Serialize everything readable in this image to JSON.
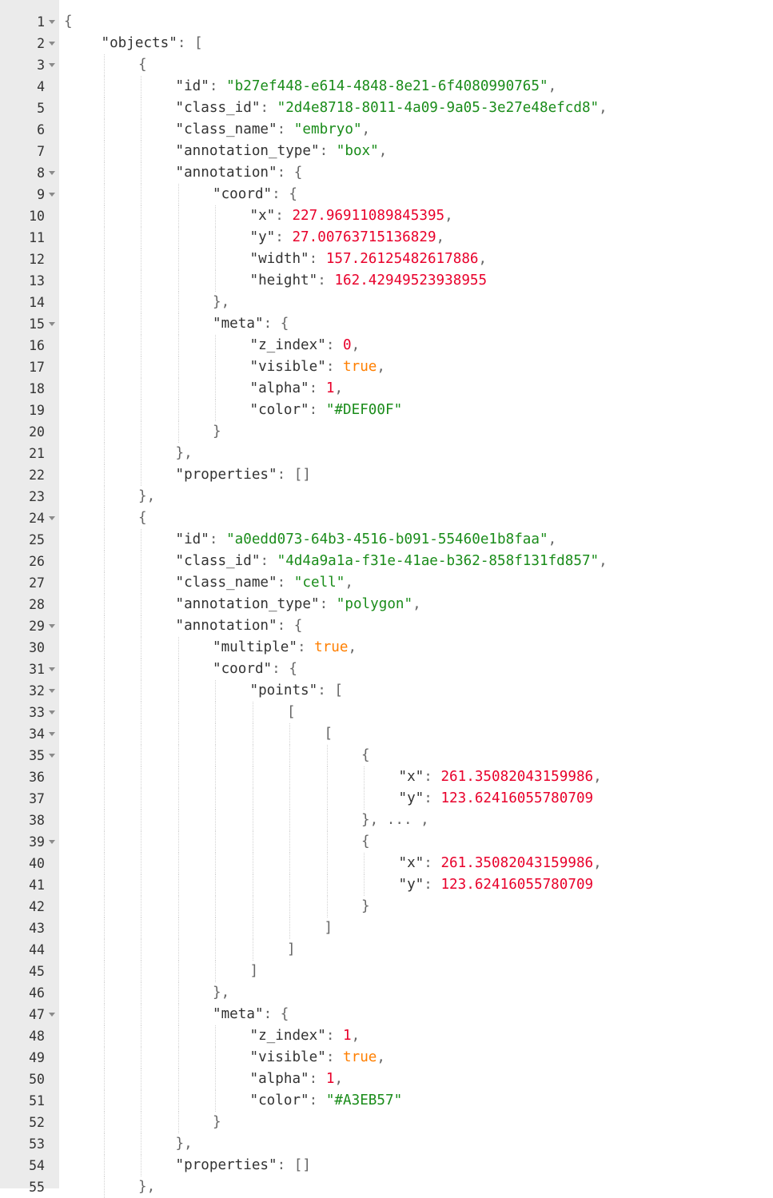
{
  "editor": {
    "lines": [
      {
        "n": "1",
        "indent": 0,
        "fold": true,
        "tokens": [
          [
            "p",
            "{"
          ]
        ]
      },
      {
        "n": "2",
        "indent": 1,
        "fold": true,
        "tokens": [
          [
            "k",
            "\"objects\""
          ],
          [
            "p",
            ": ["
          ]
        ]
      },
      {
        "n": "3",
        "indent": 2,
        "fold": true,
        "tokens": [
          [
            "p",
            "{"
          ]
        ]
      },
      {
        "n": "4",
        "indent": 3,
        "fold": false,
        "tokens": [
          [
            "k",
            "\"id\""
          ],
          [
            "p",
            ": "
          ],
          [
            "s",
            "\"b27ef448-e614-4848-8e21-6f4080990765\""
          ],
          [
            "p",
            ","
          ]
        ]
      },
      {
        "n": "5",
        "indent": 3,
        "fold": false,
        "tokens": [
          [
            "k",
            "\"class_id\""
          ],
          [
            "p",
            ": "
          ],
          [
            "s",
            "\"2d4e8718-8011-4a09-9a05-3e27e48efcd8\""
          ],
          [
            "p",
            ","
          ]
        ]
      },
      {
        "n": "6",
        "indent": 3,
        "fold": false,
        "tokens": [
          [
            "k",
            "\"class_name\""
          ],
          [
            "p",
            ": "
          ],
          [
            "s",
            "\"embryo\""
          ],
          [
            "p",
            ","
          ]
        ]
      },
      {
        "n": "7",
        "indent": 3,
        "fold": false,
        "tokens": [
          [
            "k",
            "\"annotation_type\""
          ],
          [
            "p",
            ": "
          ],
          [
            "s",
            "\"box\""
          ],
          [
            "p",
            ","
          ]
        ]
      },
      {
        "n": "8",
        "indent": 3,
        "fold": true,
        "tokens": [
          [
            "k",
            "\"annotation\""
          ],
          [
            "p",
            ": {"
          ]
        ]
      },
      {
        "n": "9",
        "indent": 4,
        "fold": true,
        "tokens": [
          [
            "k",
            "\"coord\""
          ],
          [
            "p",
            ": {"
          ]
        ]
      },
      {
        "n": "10",
        "indent": 5,
        "fold": false,
        "tokens": [
          [
            "k",
            "\"x\""
          ],
          [
            "p",
            ": "
          ],
          [
            "n",
            "227.96911089845395"
          ],
          [
            "p",
            ","
          ]
        ]
      },
      {
        "n": "11",
        "indent": 5,
        "fold": false,
        "tokens": [
          [
            "k",
            "\"y\""
          ],
          [
            "p",
            ": "
          ],
          [
            "n",
            "27.00763715136829"
          ],
          [
            "p",
            ","
          ]
        ]
      },
      {
        "n": "12",
        "indent": 5,
        "fold": false,
        "tokens": [
          [
            "k",
            "\"width\""
          ],
          [
            "p",
            ": "
          ],
          [
            "n",
            "157.26125482617886"
          ],
          [
            "p",
            ","
          ]
        ]
      },
      {
        "n": "13",
        "indent": 5,
        "fold": false,
        "tokens": [
          [
            "k",
            "\"height\""
          ],
          [
            "p",
            ": "
          ],
          [
            "n",
            "162.42949523938955"
          ]
        ]
      },
      {
        "n": "14",
        "indent": 4,
        "fold": false,
        "tokens": [
          [
            "p",
            "},"
          ]
        ]
      },
      {
        "n": "15",
        "indent": 4,
        "fold": true,
        "tokens": [
          [
            "k",
            "\"meta\""
          ],
          [
            "p",
            ": {"
          ]
        ]
      },
      {
        "n": "16",
        "indent": 5,
        "fold": false,
        "tokens": [
          [
            "k",
            "\"z_index\""
          ],
          [
            "p",
            ": "
          ],
          [
            "n",
            "0"
          ],
          [
            "p",
            ","
          ]
        ]
      },
      {
        "n": "17",
        "indent": 5,
        "fold": false,
        "tokens": [
          [
            "k",
            "\"visible\""
          ],
          [
            "p",
            ": "
          ],
          [
            "b",
            "true"
          ],
          [
            "p",
            ","
          ]
        ]
      },
      {
        "n": "18",
        "indent": 5,
        "fold": false,
        "tokens": [
          [
            "k",
            "\"alpha\""
          ],
          [
            "p",
            ": "
          ],
          [
            "n",
            "1"
          ],
          [
            "p",
            ","
          ]
        ]
      },
      {
        "n": "19",
        "indent": 5,
        "fold": false,
        "tokens": [
          [
            "k",
            "\"color\""
          ],
          [
            "p",
            ": "
          ],
          [
            "s",
            "\"#DEF00F\""
          ]
        ]
      },
      {
        "n": "20",
        "indent": 4,
        "fold": false,
        "tokens": [
          [
            "p",
            "}"
          ]
        ]
      },
      {
        "n": "21",
        "indent": 3,
        "fold": false,
        "tokens": [
          [
            "p",
            "},"
          ]
        ]
      },
      {
        "n": "22",
        "indent": 3,
        "fold": false,
        "tokens": [
          [
            "k",
            "\"properties\""
          ],
          [
            "p",
            ": []"
          ]
        ]
      },
      {
        "n": "23",
        "indent": 2,
        "fold": false,
        "tokens": [
          [
            "p",
            "},"
          ]
        ]
      },
      {
        "n": "24",
        "indent": 2,
        "fold": true,
        "tokens": [
          [
            "p",
            "{"
          ]
        ]
      },
      {
        "n": "25",
        "indent": 3,
        "fold": false,
        "tokens": [
          [
            "k",
            "\"id\""
          ],
          [
            "p",
            ": "
          ],
          [
            "s",
            "\"a0edd073-64b3-4516-b091-55460e1b8faa\""
          ],
          [
            "p",
            ","
          ]
        ]
      },
      {
        "n": "26",
        "indent": 3,
        "fold": false,
        "tokens": [
          [
            "k",
            "\"class_id\""
          ],
          [
            "p",
            ": "
          ],
          [
            "s",
            "\"4d4a9a1a-f31e-41ae-b362-858f131fd857\""
          ],
          [
            "p",
            ","
          ]
        ]
      },
      {
        "n": "27",
        "indent": 3,
        "fold": false,
        "tokens": [
          [
            "k",
            "\"class_name\""
          ],
          [
            "p",
            ": "
          ],
          [
            "s",
            "\"cell\""
          ],
          [
            "p",
            ","
          ]
        ]
      },
      {
        "n": "28",
        "indent": 3,
        "fold": false,
        "tokens": [
          [
            "k",
            "\"annotation_type\""
          ],
          [
            "p",
            ": "
          ],
          [
            "s",
            "\"polygon\""
          ],
          [
            "p",
            ","
          ]
        ]
      },
      {
        "n": "29",
        "indent": 3,
        "fold": true,
        "tokens": [
          [
            "k",
            "\"annotation\""
          ],
          [
            "p",
            ": {"
          ]
        ]
      },
      {
        "n": "30",
        "indent": 4,
        "fold": false,
        "tokens": [
          [
            "k",
            "\"multiple\""
          ],
          [
            "p",
            ": "
          ],
          [
            "b",
            "true"
          ],
          [
            "p",
            ","
          ]
        ]
      },
      {
        "n": "31",
        "indent": 4,
        "fold": true,
        "tokens": [
          [
            "k",
            "\"coord\""
          ],
          [
            "p",
            ": {"
          ]
        ]
      },
      {
        "n": "32",
        "indent": 5,
        "fold": true,
        "tokens": [
          [
            "k",
            "\"points\""
          ],
          [
            "p",
            ": ["
          ]
        ]
      },
      {
        "n": "33",
        "indent": 6,
        "fold": true,
        "tokens": [
          [
            "p",
            "["
          ]
        ]
      },
      {
        "n": "34",
        "indent": 7,
        "fold": true,
        "tokens": [
          [
            "p",
            "["
          ]
        ]
      },
      {
        "n": "35",
        "indent": 8,
        "fold": true,
        "tokens": [
          [
            "p",
            "{"
          ]
        ]
      },
      {
        "n": "36",
        "indent": 9,
        "fold": false,
        "tokens": [
          [
            "k",
            "\"x\""
          ],
          [
            "p",
            ": "
          ],
          [
            "n",
            "261.35082043159986"
          ],
          [
            "p",
            ","
          ]
        ]
      },
      {
        "n": "37",
        "indent": 9,
        "fold": false,
        "tokens": [
          [
            "k",
            "\"y\""
          ],
          [
            "p",
            ": "
          ],
          [
            "n",
            "123.62416055780709"
          ]
        ]
      },
      {
        "n": "38",
        "indent": 8,
        "fold": false,
        "tokens": [
          [
            "p",
            "}, ... ,"
          ]
        ]
      },
      {
        "n": "39",
        "indent": 8,
        "fold": true,
        "tokens": [
          [
            "p",
            "{"
          ]
        ]
      },
      {
        "n": "40",
        "indent": 9,
        "fold": false,
        "tokens": [
          [
            "k",
            "\"x\""
          ],
          [
            "p",
            ": "
          ],
          [
            "n",
            "261.35082043159986"
          ],
          [
            "p",
            ","
          ]
        ]
      },
      {
        "n": "41",
        "indent": 9,
        "fold": false,
        "tokens": [
          [
            "k",
            "\"y\""
          ],
          [
            "p",
            ": "
          ],
          [
            "n",
            "123.62416055780709"
          ]
        ]
      },
      {
        "n": "42",
        "indent": 8,
        "fold": false,
        "tokens": [
          [
            "p",
            "}"
          ]
        ]
      },
      {
        "n": "43",
        "indent": 7,
        "fold": false,
        "tokens": [
          [
            "p",
            "]"
          ]
        ]
      },
      {
        "n": "44",
        "indent": 6,
        "fold": false,
        "tokens": [
          [
            "p",
            "]"
          ]
        ]
      },
      {
        "n": "45",
        "indent": 5,
        "fold": false,
        "tokens": [
          [
            "p",
            "]"
          ]
        ]
      },
      {
        "n": "46",
        "indent": 4,
        "fold": false,
        "tokens": [
          [
            "p",
            "},"
          ]
        ]
      },
      {
        "n": "47",
        "indent": 4,
        "fold": true,
        "tokens": [
          [
            "k",
            "\"meta\""
          ],
          [
            "p",
            ": {"
          ]
        ]
      },
      {
        "n": "48",
        "indent": 5,
        "fold": false,
        "tokens": [
          [
            "k",
            "\"z_index\""
          ],
          [
            "p",
            ": "
          ],
          [
            "n",
            "1"
          ],
          [
            "p",
            ","
          ]
        ]
      },
      {
        "n": "49",
        "indent": 5,
        "fold": false,
        "tokens": [
          [
            "k",
            "\"visible\""
          ],
          [
            "p",
            ": "
          ],
          [
            "b",
            "true"
          ],
          [
            "p",
            ","
          ]
        ]
      },
      {
        "n": "50",
        "indent": 5,
        "fold": false,
        "tokens": [
          [
            "k",
            "\"alpha\""
          ],
          [
            "p",
            ": "
          ],
          [
            "n",
            "1"
          ],
          [
            "p",
            ","
          ]
        ]
      },
      {
        "n": "51",
        "indent": 5,
        "fold": false,
        "tokens": [
          [
            "k",
            "\"color\""
          ],
          [
            "p",
            ": "
          ],
          [
            "s",
            "\"#A3EB57\""
          ]
        ]
      },
      {
        "n": "52",
        "indent": 4,
        "fold": false,
        "tokens": [
          [
            "p",
            "}"
          ]
        ]
      },
      {
        "n": "53",
        "indent": 3,
        "fold": false,
        "tokens": [
          [
            "p",
            "},"
          ]
        ]
      },
      {
        "n": "54",
        "indent": 3,
        "fold": false,
        "tokens": [
          [
            "k",
            "\"properties\""
          ],
          [
            "p",
            ": []"
          ]
        ]
      },
      {
        "n": "55",
        "indent": 2,
        "fold": false,
        "tokens": [
          [
            "p",
            "},"
          ]
        ]
      }
    ]
  }
}
